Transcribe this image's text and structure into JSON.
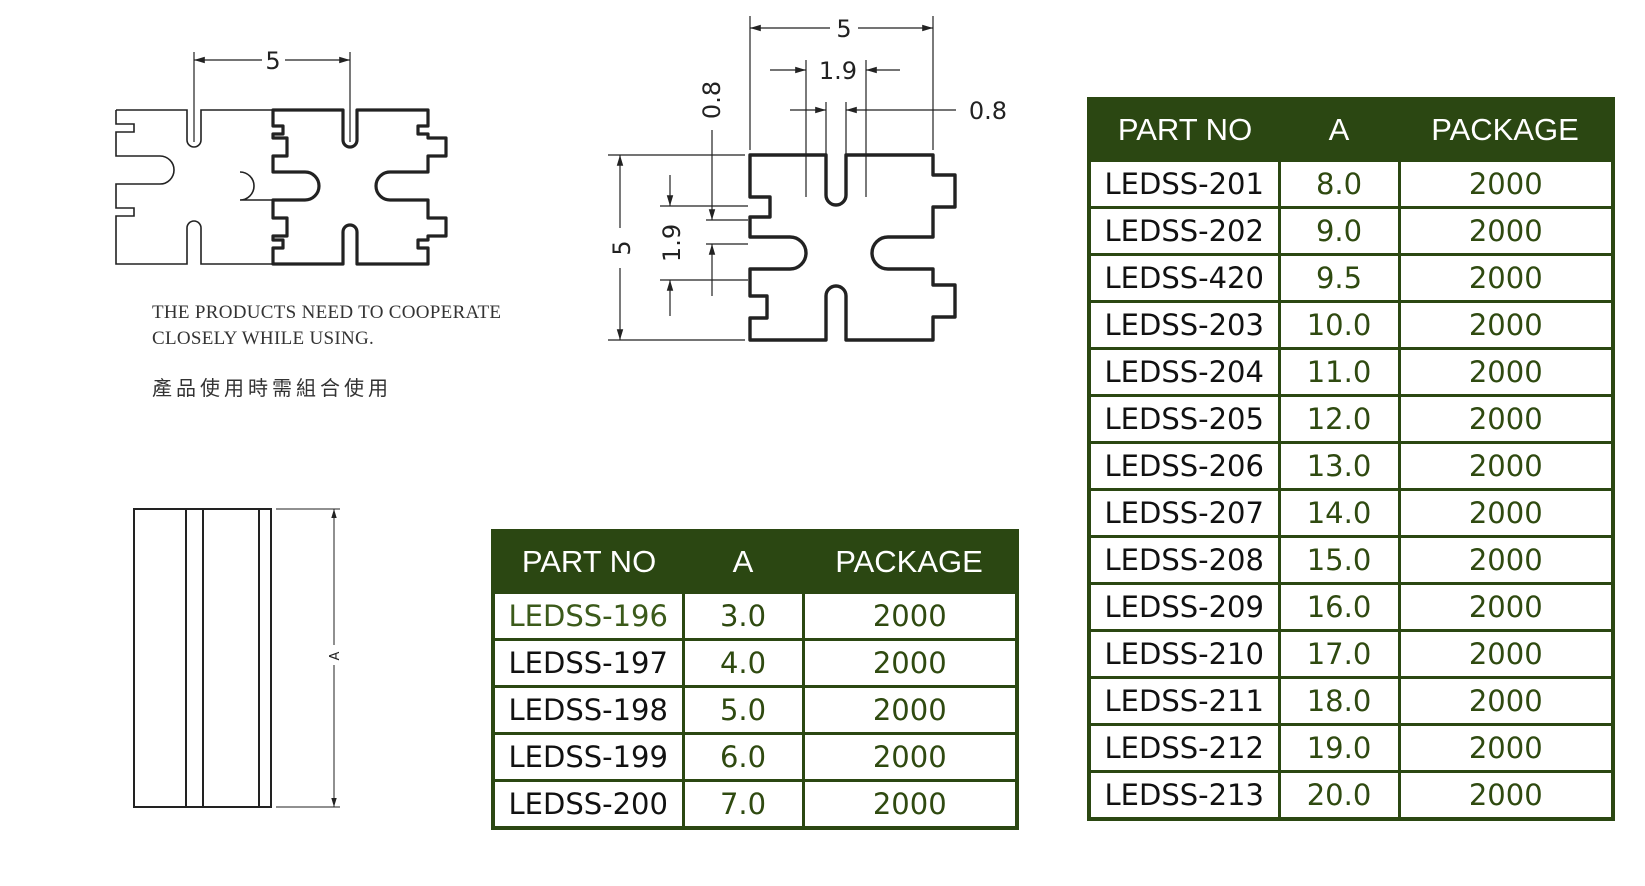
{
  "top_left_view": {
    "dim_width": "5"
  },
  "top_middle_view": {
    "dim_top": "5",
    "dim_inner": "1.9",
    "dim_right": "0.8",
    "dim_left_vertical": "0.8",
    "dim_height": "5",
    "dim_slot": "1.9"
  },
  "side_view": {
    "dim_label": "A"
  },
  "notes": {
    "english": "THE PRODUCTS NEED TO COOPERATE\nCLOSELY WHILE USING.",
    "chinese": "產品使用時需組合使用"
  },
  "colors": {
    "table_header": "#2b4712",
    "table_text": "#2f4a10"
  },
  "table_left": {
    "headers": [
      "PART NO",
      "A",
      "PACKAGE"
    ],
    "rows": [
      [
        "LEDSS-196",
        "3.0",
        "2000"
      ],
      [
        "LEDSS-197",
        "4.0",
        "2000"
      ],
      [
        "LEDSS-198",
        "5.0",
        "2000"
      ],
      [
        "LEDSS-199",
        "6.0",
        "2000"
      ],
      [
        "LEDSS-200",
        "7.0",
        "2000"
      ]
    ]
  },
  "table_right": {
    "headers": [
      "PART NO",
      "A",
      "PACKAGE"
    ],
    "rows": [
      [
        "LEDSS-201",
        "8.0",
        "2000"
      ],
      [
        "LEDSS-202",
        "9.0",
        "2000"
      ],
      [
        "LEDSS-420",
        "9.5",
        "2000"
      ],
      [
        "LEDSS-203",
        "10.0",
        "2000"
      ],
      [
        "LEDSS-204",
        "11.0",
        "2000"
      ],
      [
        "LEDSS-205",
        "12.0",
        "2000"
      ],
      [
        "LEDSS-206",
        "13.0",
        "2000"
      ],
      [
        "LEDSS-207",
        "14.0",
        "2000"
      ],
      [
        "LEDSS-208",
        "15.0",
        "2000"
      ],
      [
        "LEDSS-209",
        "16.0",
        "2000"
      ],
      [
        "LEDSS-210",
        "17.0",
        "2000"
      ],
      [
        "LEDSS-211",
        "18.0",
        "2000"
      ],
      [
        "LEDSS-212",
        "19.0",
        "2000"
      ],
      [
        "LEDSS-213",
        "20.0",
        "2000"
      ]
    ]
  }
}
